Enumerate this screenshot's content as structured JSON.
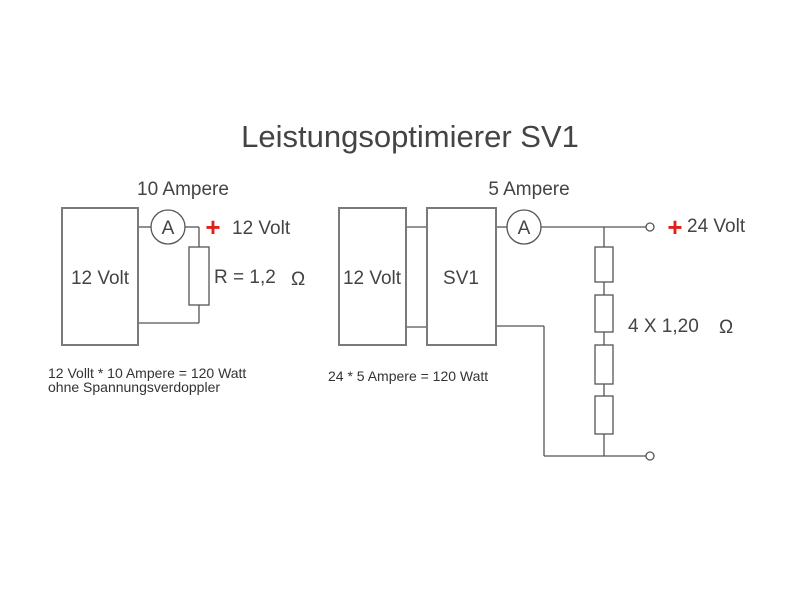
{
  "title": "Leistungsoptimierer SV1",
  "left_circuit": {
    "current_label": "10 Ampere",
    "meter_symbol": "A",
    "source_label": "12 Volt",
    "plus_symbol": "+",
    "voltage_label": "12 Volt",
    "resistor_label": "R = 1,2",
    "ohm_symbol": "Ω",
    "note_line1": "12 Vollt * 10 Ampere = 120 Watt",
    "note_line2": "ohne Spannungsverdoppler"
  },
  "right_circuit": {
    "current_label": "5 Ampere",
    "meter_symbol": "A",
    "source_label": "12 Volt",
    "converter_label": "SV1",
    "plus_symbol": "+",
    "voltage_label": "24 Volt",
    "resistor_label": "4 X 1,20",
    "ohm_symbol": "Ω",
    "note": "24 * 5 Ampere = 120 Watt",
    "resistor_count": 4
  },
  "colors": {
    "plus": "#e0201b",
    "text": "#444444",
    "box_stroke": "#7a7a7a",
    "wire": "#555555"
  }
}
